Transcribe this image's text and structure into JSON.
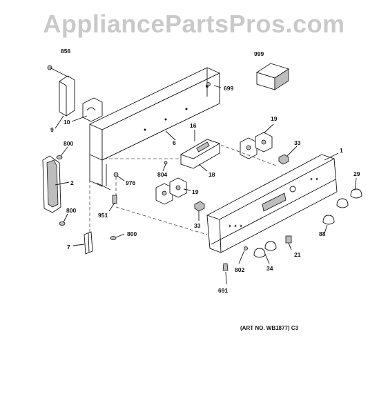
{
  "watermark": "AppliancePartsPros.com",
  "art_number": "(ART NO. WB1877) C3",
  "callouts": [
    {
      "id": "856",
      "label": "856"
    },
    {
      "id": "999",
      "label": "999"
    },
    {
      "id": "699",
      "label": "699"
    },
    {
      "id": "9",
      "label": "9"
    },
    {
      "id": "10",
      "label": "10"
    },
    {
      "id": "16",
      "label": "16"
    },
    {
      "id": "19a",
      "label": "19"
    },
    {
      "id": "6",
      "label": "6"
    },
    {
      "id": "800a",
      "label": "800"
    },
    {
      "id": "33a",
      "label": "33"
    },
    {
      "id": "1",
      "label": "1"
    },
    {
      "id": "804",
      "label": "804"
    },
    {
      "id": "18",
      "label": "18"
    },
    {
      "id": "2",
      "label": "2"
    },
    {
      "id": "976",
      "label": "976"
    },
    {
      "id": "19b",
      "label": "19"
    },
    {
      "id": "29",
      "label": "29"
    },
    {
      "id": "800b",
      "label": "800"
    },
    {
      "id": "951",
      "label": "951"
    },
    {
      "id": "33b",
      "label": "33"
    },
    {
      "id": "88",
      "label": "88"
    },
    {
      "id": "800c",
      "label": "800"
    },
    {
      "id": "7",
      "label": "7"
    },
    {
      "id": "21",
      "label": "21"
    },
    {
      "id": "802",
      "label": "802"
    },
    {
      "id": "34",
      "label": "34"
    },
    {
      "id": "691",
      "label": "691"
    }
  ]
}
